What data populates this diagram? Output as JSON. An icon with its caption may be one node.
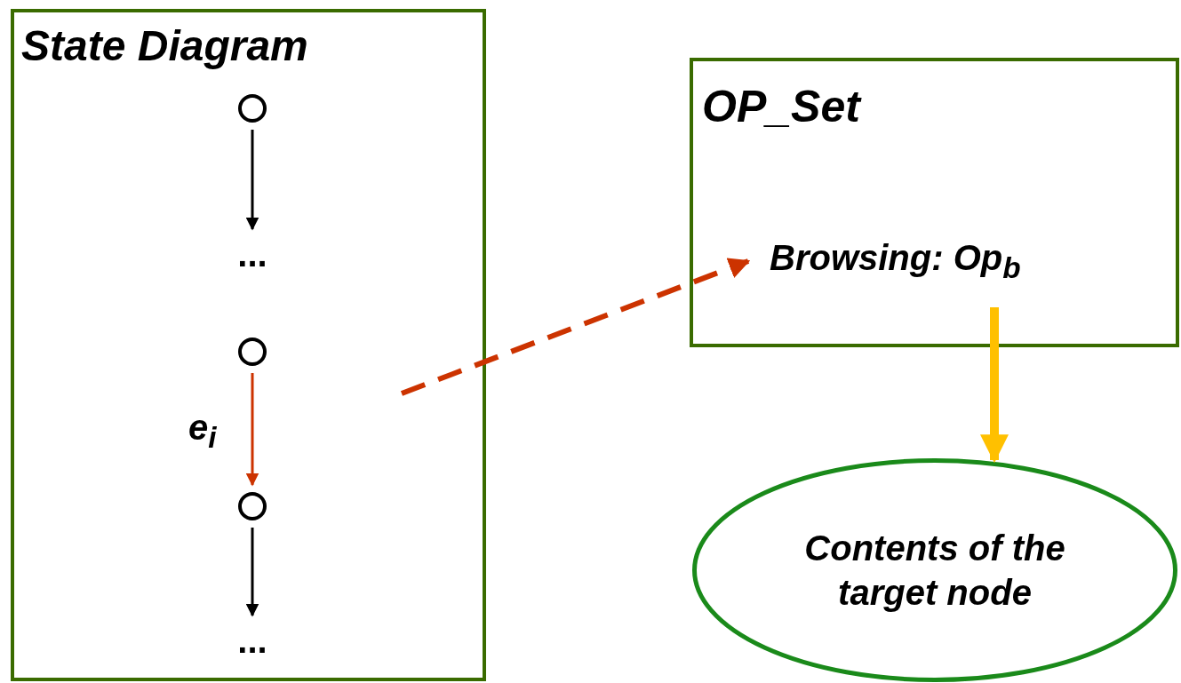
{
  "diagram": {
    "nodes": [
      {
        "text": [
          "State Diagram"
        ]
      },
      {
        "text": [],
        "shape": "circle",
        "in": 0
      },
      {
        "text": [
          "..."
        ],
        "in": 0
      },
      {
        "text": [],
        "shape": "circle",
        "in": 0
      },
      {
        "text": [],
        "shape": "circle",
        "in": 0
      },
      {
        "text": [
          "..."
        ],
        "in": 0
      },
      {
        "text": [
          "OP_Set"
        ]
      },
      {
        "text": [
          "Browsing: Op$_{b}$"
        ],
        "in": 6
      },
      {
        "text": [
          "Contents of the target node"
        ]
      }
    ],
    "edges": [
      {
        "from": 1,
        "to": 2,
        "arrow": "to"
      },
      {
        "from": 3,
        "to": 4,
        "arrow": "to",
        "label": "e$_{i}$",
        "color": "#cc3300"
      },
      {
        "from": 4,
        "to": 5,
        "arrow": "to"
      },
      {
        "from": null,
        "to": 7,
        "arrow": "to",
        "style": "dashed",
        "color": "#cc3300"
      },
      {
        "from": 7,
        "to": 8,
        "arrow": "to",
        "style": "thick",
        "color": "#ffc000"
      }
    ]
  }
}
